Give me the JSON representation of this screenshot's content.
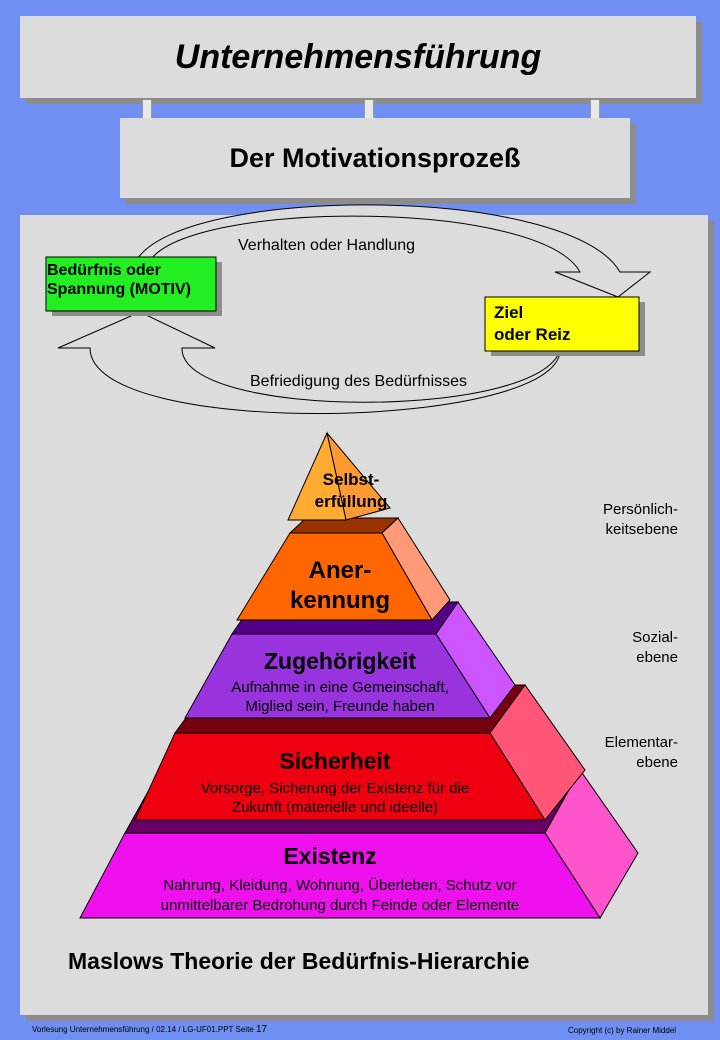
{
  "header": {
    "title": "Unternehmensführung",
    "subtitle": "Der Motivationsprozeß"
  },
  "cycle": {
    "motive": [
      "Bedürfnis oder",
      "Spannung (MOTIV)"
    ],
    "goal": [
      "Ziel",
      "oder Reiz"
    ],
    "top_arrow": "Verhalten oder Handlung",
    "bottom_arrow": "Befriedigung des Bedürfnisses",
    "motive_color": "#22ee22",
    "goal_color": "#ffff00"
  },
  "pyramid": {
    "levels": [
      {
        "title_lines": [
          "Selbst-",
          "erfüllung"
        ],
        "desc_lines": [],
        "front": "#ffaa33",
        "side": "#ff9933"
      },
      {
        "title_lines": [
          "Aner-",
          "kennung"
        ],
        "desc_lines": [],
        "front": "#ff6600",
        "side": "#ff9977"
      },
      {
        "title_lines": [
          "Zugehörigkeit"
        ],
        "desc_lines": [
          "Aufnahme in eine Gemeinschaft,",
          "Miglied sein, Freunde haben"
        ],
        "front": "#9933dd",
        "side": "#cc55ff"
      },
      {
        "title_lines": [
          "Sicherheit"
        ],
        "desc_lines": [
          "Vorsorge, Sicherung der Existenz für die",
          "Zukunft (materielle und ideelle)"
        ],
        "front": "#ee0011",
        "side": "#ff5577"
      },
      {
        "title_lines": [
          "Existenz"
        ],
        "desc_lines": [
          "Nahrung,  Kleidung, Wohnung, Überleben, Schutz vor",
          "unmittelbarer Bedrohung durch Feinde oder Elemente"
        ],
        "front": "#ee11ee",
        "side": "#ff55cc"
      }
    ],
    "side_labels": [
      [
        "Persönlich-",
        "keitsebene"
      ],
      [
        "Sozial-",
        "ebene"
      ],
      [
        "Elementar-",
        "ebene"
      ]
    ]
  },
  "caption": "Maslows Theorie der Bedürfnis-Hierarchie",
  "footer": {
    "left_text": "Vorlesung Unternehmensführung   / 02.14  / LG-UF01.PPT  Seite",
    "page": "17",
    "right": "Copyright  (c) by Rainer  Middel"
  }
}
